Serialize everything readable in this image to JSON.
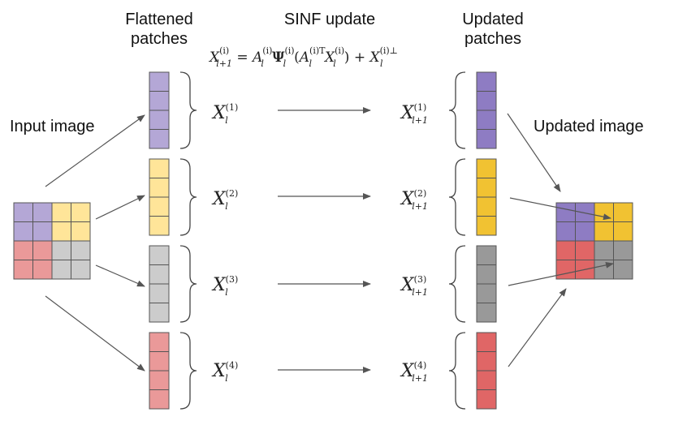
{
  "labels": {
    "input_image": "Input image",
    "flattened_line1": "Flattened",
    "flattened_line2": "patches",
    "sinf_update": "SINF update",
    "updated_patches_line1": "Updated",
    "updated_patches_line2": "patches",
    "updated_image": "Updated image"
  },
  "formula": {
    "lhs_base": "X",
    "lhs_sub": "l+1",
    "lhs_sup": "(i)",
    "a_base": "A",
    "a_sub": "l",
    "a_sup": "(i)",
    "psi_base": "Ψ",
    "psi_sub": "l",
    "psi_sup": "(i)",
    "open": "(",
    "a2_base": "A",
    "a2_sub": "l",
    "a2_sup": "(i)T",
    "x_base": "X",
    "x_sub": "l",
    "x_sup": "(i)",
    "close": ")",
    "plus": "+",
    "perp_base": "X",
    "perp_sub": "l",
    "perp_sup": "(i)⊥",
    "equals": "="
  },
  "patches": [
    {
      "left_sym": "X",
      "left_sub": "l",
      "left_sup": "(1)",
      "right_sym": "X",
      "right_sub": "l+1",
      "right_sup": "(1)"
    },
    {
      "left_sym": "X",
      "left_sub": "l",
      "left_sup": "(2)",
      "right_sym": "X",
      "right_sub": "l+1",
      "right_sup": "(2)"
    },
    {
      "left_sym": "X",
      "left_sub": "l",
      "left_sup": "(3)",
      "right_sym": "X",
      "right_sub": "l+1",
      "right_sup": "(3)"
    },
    {
      "left_sym": "X",
      "left_sub": "l",
      "left_sup": "(4)",
      "right_sym": "X",
      "right_sub": "l+1",
      "right_sup": "(4)"
    }
  ],
  "colors": {
    "input_purple": "#b4a7d6",
    "input_yellow": "#ffe599",
    "input_red": "#ea9999",
    "input_gray": "#cccccc",
    "updated_purple": "#8e7cc3",
    "updated_yellow": "#f1c232",
    "updated_red": "#e06666",
    "updated_gray": "#999999",
    "stroke": "#555555",
    "arrow": "#555555"
  }
}
